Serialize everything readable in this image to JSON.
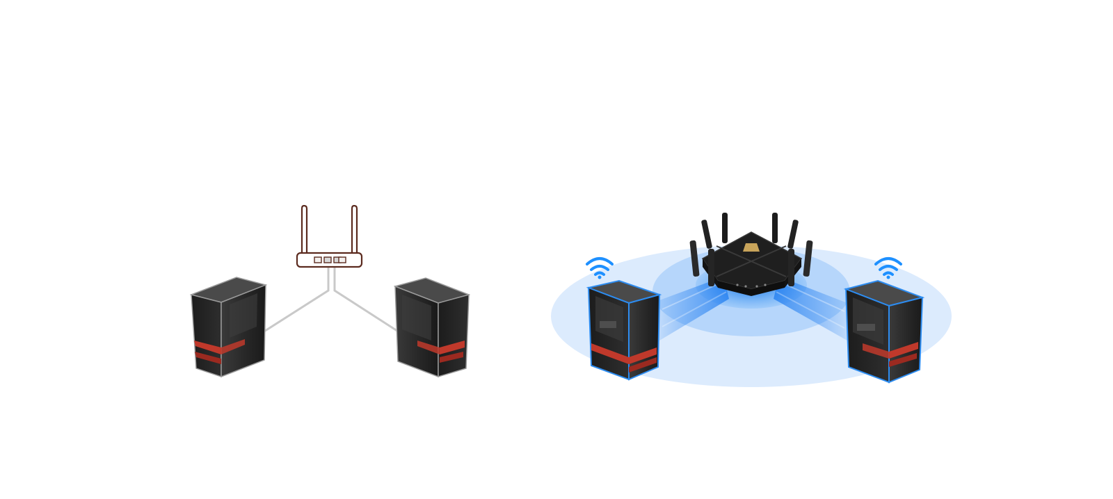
{
  "diagram": {
    "wired_setup": {
      "router_icon": "line-router-icon",
      "router_ports": 3,
      "devices": [
        "desktop-pc-tower-icon",
        "desktop-pc-tower-icon"
      ],
      "connection": "ethernet-cable"
    },
    "wireless_setup": {
      "router_icon": "gaming-router-icon",
      "router_antennas": 8,
      "devices": [
        "desktop-pc-tower-icon",
        "desktop-pc-tower-icon"
      ],
      "connection": "wifi",
      "signal_icon": "wifi-signal-icon"
    },
    "colors": {
      "background": "#ffffff",
      "router_outline": "#5b2a1e",
      "cable": "#c9c9c9",
      "pc_body": "#2a2a2a",
      "pc_accent": "#c0392b",
      "wifi_blue": "#1e90ff",
      "coverage_outer": "#dcebfd",
      "coverage_inner": "#b9d8fb",
      "beam": "#2d8cf0"
    }
  }
}
